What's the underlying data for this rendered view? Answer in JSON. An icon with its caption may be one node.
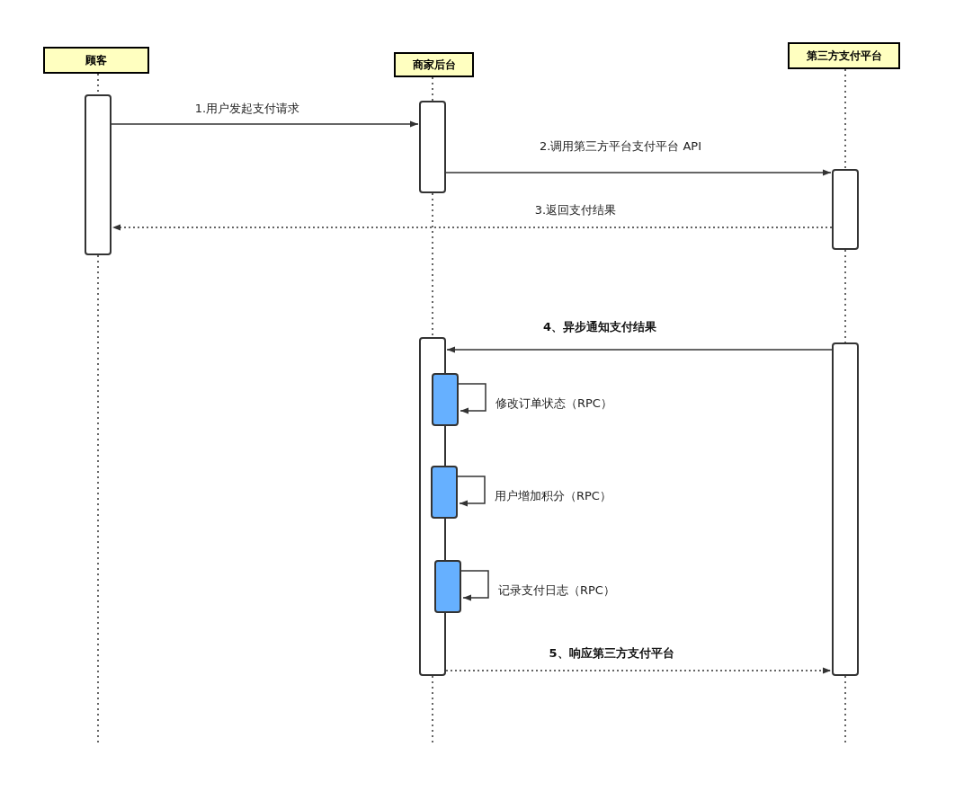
{
  "diagram": {
    "nodes": [
      {
        "text": [
          "顾客"
        ]
      },
      {
        "text": [
          "商家后台"
        ]
      },
      {
        "text": [
          "第三方支付平台"
        ]
      },
      {
        "text": [],
        "shape": "box"
      },
      {
        "text": [],
        "shape": "box"
      },
      {
        "text": [],
        "shape": "box"
      },
      {
        "text": [],
        "shape": "box"
      },
      {
        "text": [],
        "shape": "box"
      },
      {
        "text": [],
        "shape": "box"
      },
      {
        "text": [],
        "shape": "box"
      },
      {
        "text": [],
        "shape": "box"
      }
    ],
    "edges": [
      {
        "from": 0,
        "to": 3,
        "arrow": "none",
        "style": "dashed"
      },
      {
        "from": 3,
        "to": null,
        "arrow": "none",
        "style": "dashed"
      },
      {
        "from": 1,
        "to": 4,
        "arrow": "none",
        "style": "dashed"
      },
      {
        "from": 4,
        "to": 6,
        "arrow": "none",
        "style": "dashed"
      },
      {
        "from": 6,
        "to": null,
        "arrow": "none",
        "style": "dashed"
      },
      {
        "from": 2,
        "to": 5,
        "arrow": "none",
        "style": "dashed"
      },
      {
        "from": 5,
        "to": 7,
        "arrow": "none",
        "style": "dashed"
      },
      {
        "from": 7,
        "to": null,
        "arrow": "none",
        "style": "dashed"
      },
      {
        "from": 3,
        "to": 4,
        "arrow": "to",
        "label": "1.用户发起支付请求"
      },
      {
        "from": 4,
        "to": 5,
        "arrow": "to",
        "label": "2.调用第三方平台支付平台 API"
      },
      {
        "from": 5,
        "to": 3,
        "arrow": "to",
        "label": "3.返回支付结果",
        "style": "dashed"
      },
      {
        "from": 7,
        "to": 6,
        "arrow": "to",
        "label": "4、异步通知支付结果"
      },
      {
        "from": 8,
        "to": 8,
        "arrow": "to",
        "label": "修改订单状态（RPC）"
      },
      {
        "from": 9,
        "to": 9,
        "arrow": "to",
        "label": "用户增加积分（RPC）"
      },
      {
        "from": 10,
        "to": 10,
        "arrow": "to",
        "label": "记录支付日志（RPC）"
      },
      {
        "from": 6,
        "to": 7,
        "arrow": "to",
        "label": "5、响应第三方支付平台",
        "style": "dashed"
      }
    ]
  }
}
